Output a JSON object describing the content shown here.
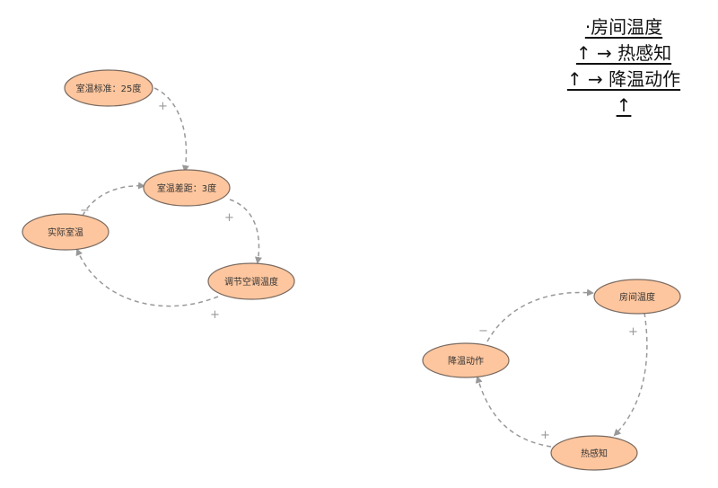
{
  "diagram": {
    "loop1": {
      "standard": "室温标准：25度",
      "gap": "室温差距：3度",
      "actual": "实际室温",
      "adjust": "调节空调温度",
      "sign_standard_gap": "+",
      "sign_gap_adjust": "+",
      "sign_adjust_actual": "+",
      "sign_actual_gap": "−"
    },
    "loop2": {
      "room_temp": "房间温度",
      "heat_sense": "热感知",
      "cooling": "降温动作",
      "sign_room_heat": "+",
      "sign_heat_cooling": "+",
      "sign_cooling_room": "−"
    },
    "legend": {
      "line1": "·房间温度",
      "line2": "↑ → 热感知",
      "line3": "↑ → 降温动作",
      "line4": "↑"
    }
  },
  "colors": {
    "node_fill": "#fec69e",
    "node_stroke": "#7a6a60",
    "edge": "#999999"
  }
}
